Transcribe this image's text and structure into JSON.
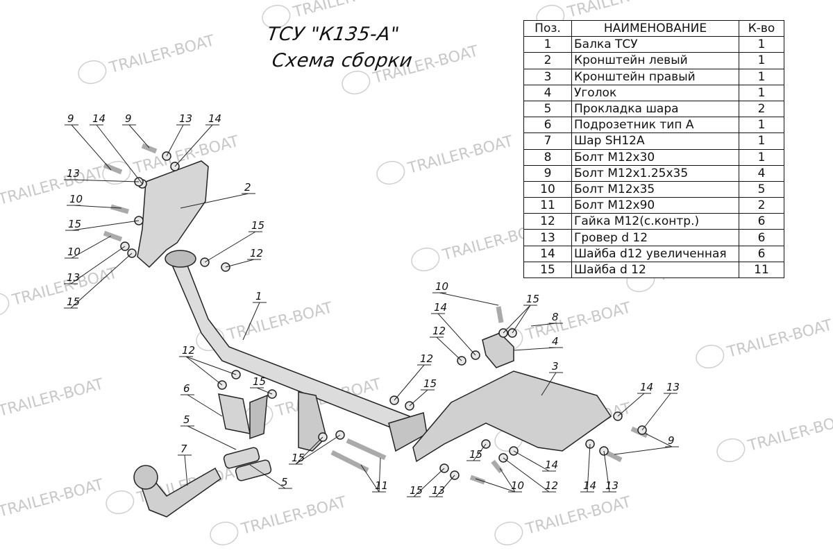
{
  "title": {
    "line1": "ТСУ \"К135-А\"",
    "line2": "Схема сборки"
  },
  "watermark": "TRAILER-BOAT",
  "table": {
    "headers": [
      "Поз.",
      "НАИМЕНОВАНИЕ",
      "К-во"
    ],
    "rows": [
      [
        "1",
        "Балка ТСУ",
        "1"
      ],
      [
        "2",
        "Кронштейн левый",
        "1"
      ],
      [
        "3",
        "Кронштейн правый",
        "1"
      ],
      [
        "4",
        "Уголок",
        "1"
      ],
      [
        "5",
        "Прокладка шара",
        "2"
      ],
      [
        "6",
        "Подрозетник тип А",
        "1"
      ],
      [
        "7",
        "Шар SH12A",
        "1"
      ],
      [
        "8",
        "Болт М12х30",
        "1"
      ],
      [
        "9",
        "Болт М12х1.25х35",
        "4"
      ],
      [
        "10",
        "Болт М12х35",
        "5"
      ],
      [
        "11",
        "Болт М12х90",
        "2"
      ],
      [
        "12",
        "Гайка М12(с.контр.)",
        "6"
      ],
      [
        "13",
        "Гровер d 12",
        "6"
      ],
      [
        "14",
        "Шайба d12 увеличенная",
        "6"
      ],
      [
        "15",
        "Шайба d 12",
        "11"
      ]
    ]
  },
  "callouts": [
    "9",
    "14",
    "9",
    "13",
    "14",
    "13",
    "10",
    "15",
    "10",
    "13",
    "15",
    "2",
    "15",
    "12",
    "1",
    "12",
    "15",
    "6",
    "5",
    "7",
    "5",
    "15",
    "12",
    "15",
    "11",
    "10",
    "15",
    "8",
    "14",
    "12",
    "4",
    "3",
    "14",
    "13",
    "9",
    "14",
    "13",
    "15",
    "14",
    "12",
    "10",
    "15",
    "13"
  ]
}
